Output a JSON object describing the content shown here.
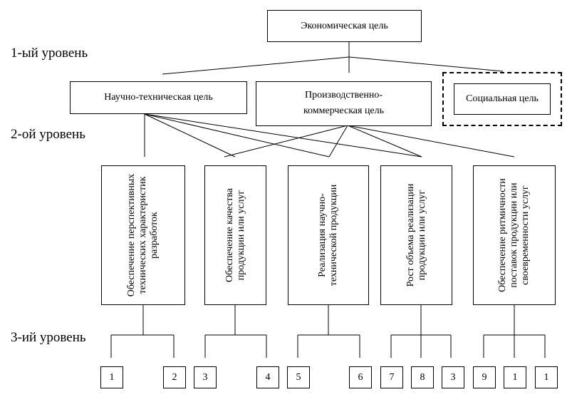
{
  "levels": {
    "level1": "1-ый уровень",
    "level2": "2-ой уровень",
    "level3": "3-ий уровень"
  },
  "root": {
    "label": "Экономическая цель"
  },
  "goals": {
    "scientific": "Научно-техническая цель",
    "production": "Производственно-коммерческая цель",
    "social": "Социальная цель"
  },
  "subgoals": [
    "Обеспечение перспективных технических характеристик разработок",
    "Обеспечение качества продукции или услуг",
    "Реализация научно-технической продукции",
    "Рост объема реализации продукции или услуг",
    "Обеспечение ритмичности поставок продукции или своевременности услуг"
  ],
  "leaves": [
    "1",
    "2",
    "3",
    "4",
    "5",
    "6",
    "7",
    "8",
    "3",
    "9",
    "1",
    "1"
  ]
}
